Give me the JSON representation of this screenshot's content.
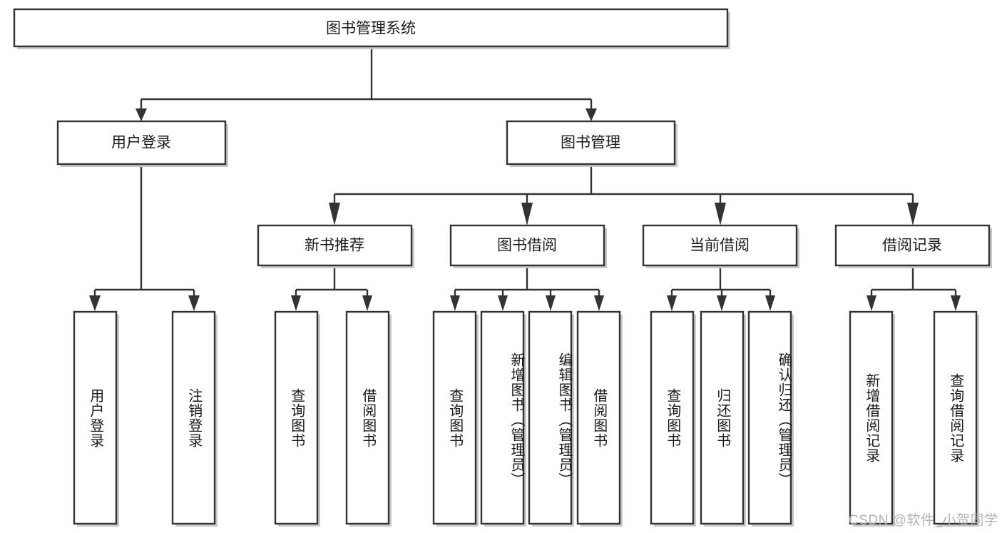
{
  "diagram": {
    "title": "图书管理系统",
    "watermark": "CSDN @软件_小贺同学",
    "colors": {
      "stroke": "#333333",
      "fill": "#ffffff",
      "text": "#1a1a1a",
      "watermark": "#b3b3b3",
      "background": "#ffffff"
    },
    "root": {
      "label": "图书管理系统"
    },
    "level2": [
      {
        "label": "用户登录"
      },
      {
        "label": "图书管理"
      }
    ],
    "level3": [
      {
        "label": "新书推荐"
      },
      {
        "label": "图书借阅"
      },
      {
        "label": "当前借阅"
      },
      {
        "label": "借阅记录"
      }
    ],
    "leaves": {
      "user_login": [
        {
          "label": "用户登录"
        },
        {
          "label": "注销登录"
        }
      ],
      "new_book_recommend": [
        {
          "label": "查询图书"
        },
        {
          "label": "借阅图书"
        }
      ],
      "book_borrow": [
        {
          "label": "查询图书"
        },
        {
          "label": "新增图书（管理员）"
        },
        {
          "label": "编辑图书（管理员）"
        },
        {
          "label": "借阅图书"
        }
      ],
      "current_borrow": [
        {
          "label": "查询图书"
        },
        {
          "label": "归还图书"
        },
        {
          "label": "确认归还（管理员）"
        }
      ],
      "borrow_records": [
        {
          "label": "新增借阅记录"
        },
        {
          "label": "查询借阅记录"
        }
      ]
    }
  }
}
